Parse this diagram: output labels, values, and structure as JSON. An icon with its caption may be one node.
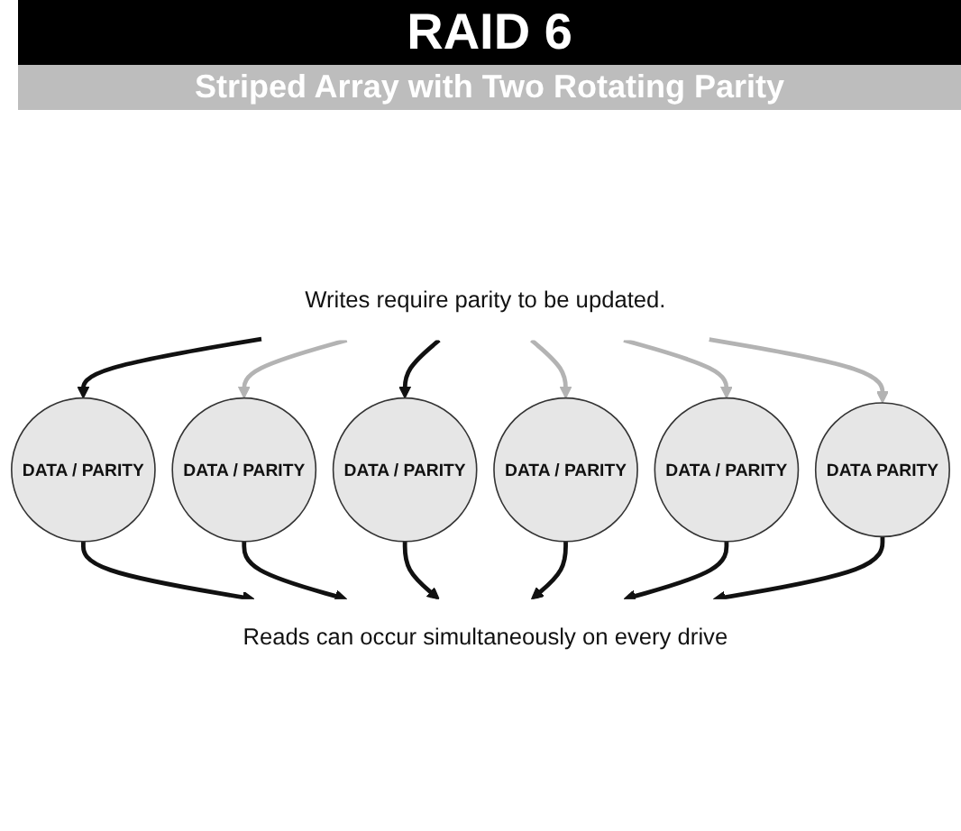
{
  "diagram": {
    "title": "RAID 6",
    "nodes": [
      {
        "text": [
          "Writes require parity to be updated."
        ]
      },
      {
        "text": [
          "DATA / PARITY"
        ]
      },
      {
        "text": [
          "DATA / PARITY"
        ]
      },
      {
        "text": [
          "DATA / PARITY"
        ]
      },
      {
        "text": [
          "DATA / PARITY"
        ]
      },
      {
        "text": [
          "DATA / PARITY"
        ]
      },
      {
        "text": [
          "DATA PARITY"
        ]
      },
      {
        "text": [
          "Reads can occur simultaneously on every drive"
        ]
      }
    ],
    "edges": [
      {
        "from": 0,
        "to": 1,
        "arrow": "to"
      },
      {
        "from": 0,
        "to": 3,
        "arrow": "to"
      },
      {
        "from": 0,
        "to": 5,
        "arrow": "to",
        "color": "#b3b3b3"
      },
      {
        "from": 0,
        "to": 6,
        "arrow": "to",
        "color": "#b3b3b3"
      },
      {
        "from": 0,
        "to": 2,
        "arrow": "to",
        "color": "#b3b3b3"
      },
      {
        "from": 0,
        "to": 4,
        "arrow": "to",
        "color": "#b3b3b3"
      },
      {
        "from": 1,
        "to": 7,
        "arrow": "to"
      },
      {
        "from": 2,
        "to": 7,
        "arrow": "to"
      },
      {
        "from": 3,
        "to": 7,
        "arrow": "to"
      },
      {
        "from": 4,
        "to": 7,
        "arrow": "to"
      },
      {
        "from": 5,
        "to": 7,
        "arrow": "to"
      },
      {
        "from": 6,
        "to": 7,
        "arrow": "to"
      }
    ],
    "labels": [
      "Striped Array with Two Rotating Parity"
    ]
  }
}
